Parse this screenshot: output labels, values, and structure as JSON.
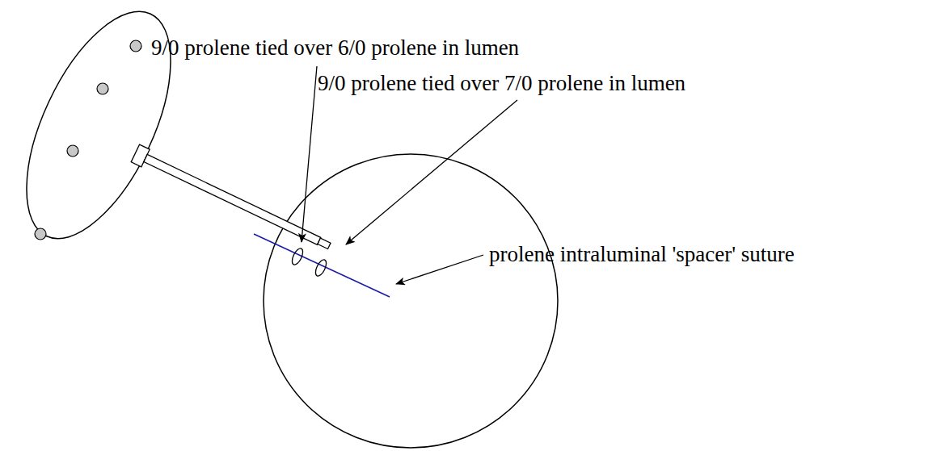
{
  "diagram": {
    "labels": [
      "9/0 prolene tied over 6/0 prolene in lumen",
      "9/0 prolene tied over 7/0 prolene in lumen",
      "prolene intraluminal 'spacer' suture"
    ]
  }
}
